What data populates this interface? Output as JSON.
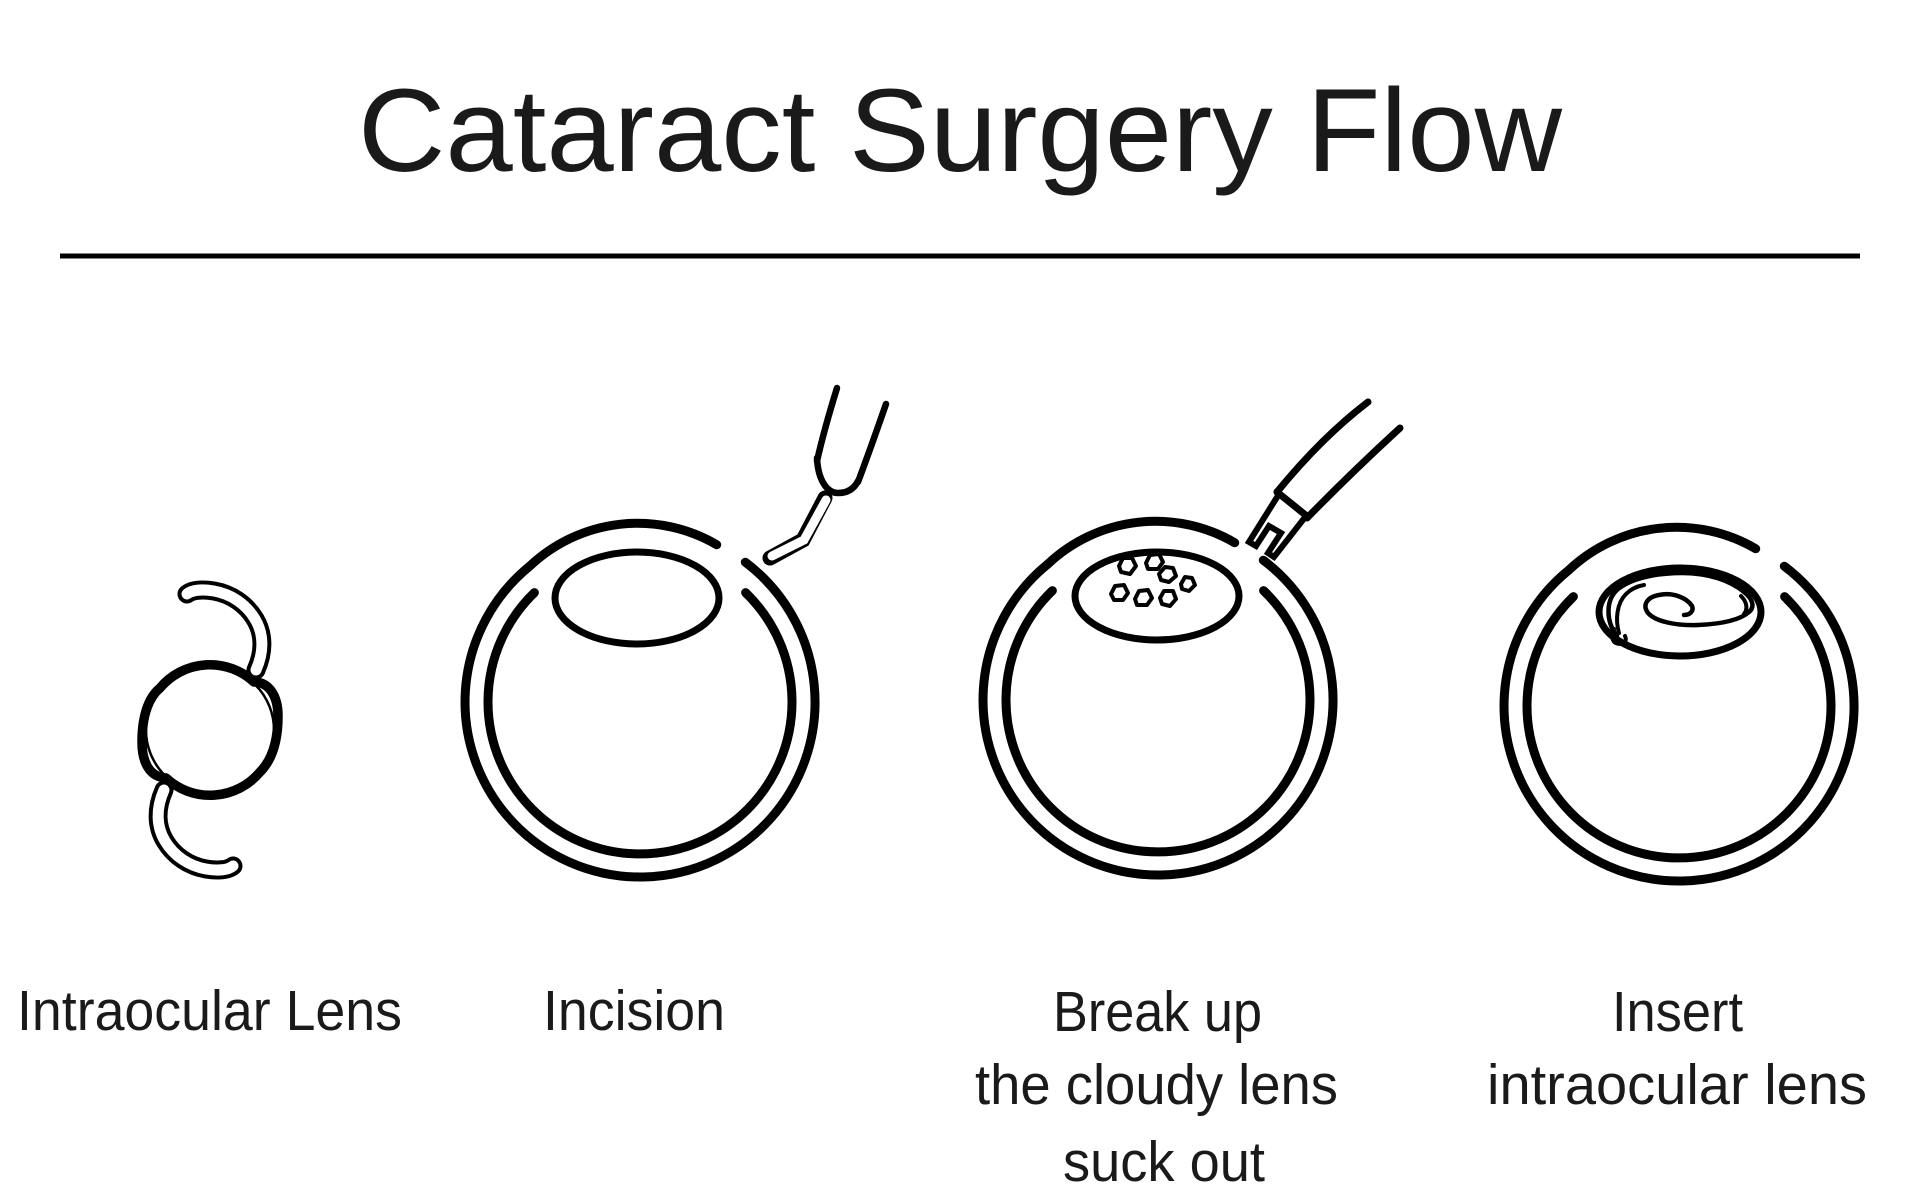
{
  "title": "Cataract Surgery Flow",
  "colors": {
    "ink": "#000000",
    "text": "#1a1a1a",
    "background": "#ffffff"
  },
  "steps": [
    {
      "icon": "intraocular-lens-icon",
      "caption_lines": [
        "Intraocular Lens"
      ]
    },
    {
      "icon": "eye-incision-icon",
      "caption_lines": [
        "Incision"
      ]
    },
    {
      "icon": "eye-phacoemulsification-icon",
      "caption_lines": [
        "Break up",
        "the cloudy lens",
        "suck out"
      ]
    },
    {
      "icon": "eye-insert-iol-icon",
      "caption_lines": [
        "Insert",
        "intraocular lens"
      ]
    }
  ]
}
